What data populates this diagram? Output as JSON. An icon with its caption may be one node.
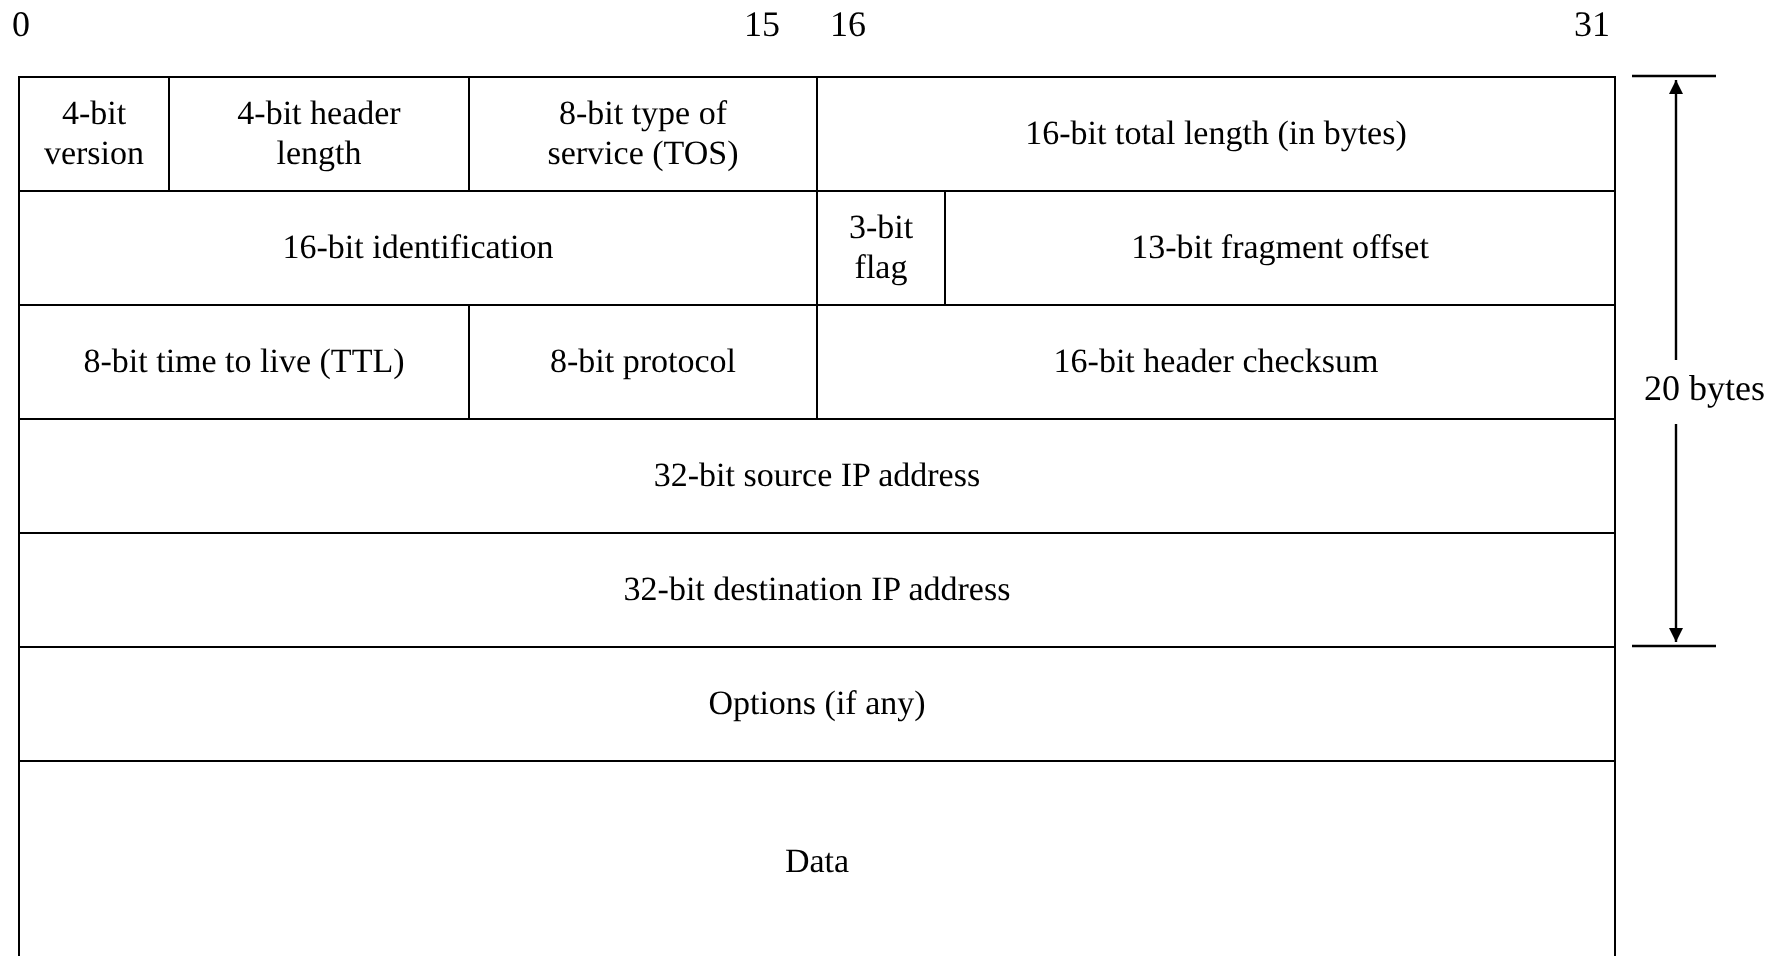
{
  "diagram": {
    "nodes": [
      {
        "text": [
          "4-bit version"
        ]
      },
      {
        "text": [
          "4-bit header length"
        ]
      },
      {
        "text": [
          "8-bit type of service (TOS)"
        ]
      },
      {
        "text": [
          "16-bit total length (in bytes)"
        ]
      },
      {
        "text": [
          "16-bit identification"
        ]
      },
      {
        "text": [
          "3-bit flag"
        ]
      },
      {
        "text": [
          "13-bit fragment offset"
        ]
      },
      {
        "text": [
          "8-bit time to live (TTL)"
        ]
      },
      {
        "text": [
          "8-bit protocol"
        ]
      },
      {
        "text": [
          "16-bit header checksum"
        ]
      },
      {
        "text": [
          "32-bit source IP address"
        ]
      },
      {
        "text": [
          "32-bit destination IP address"
        ]
      },
      {
        "text": [
          "Options (if any)"
        ]
      },
      {
        "text": [
          "Data"
        ]
      }
    ],
    "labels": [
      "0",
      "15",
      "16",
      "31",
      "20 bytes"
    ]
  }
}
